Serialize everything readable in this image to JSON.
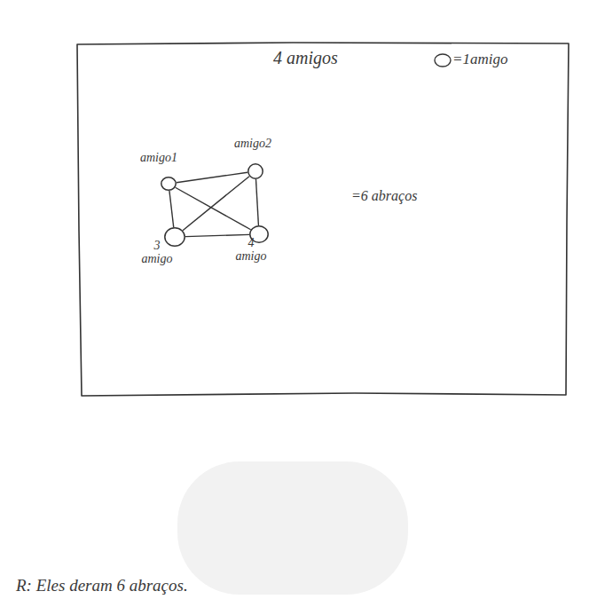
{
  "diagram": {
    "title": "4 amigos",
    "nodes": [
      {
        "text": [
          "amigo1"
        ]
      },
      {
        "text": [
          "amigo2"
        ]
      },
      {
        "text": [
          "3 amigo"
        ]
      },
      {
        "text": [
          "4 amigo"
        ]
      }
    ],
    "edges": [
      {
        "from": 0,
        "to": 1,
        "arrow": "none"
      },
      {
        "from": 0,
        "to": 2,
        "arrow": "none"
      },
      {
        "from": 2,
        "to": 3,
        "arrow": "none"
      },
      {
        "from": 1,
        "to": 3,
        "arrow": "none"
      },
      {
        "from": 0,
        "to": 3,
        "arrow": "none"
      },
      {
        "from": 1,
        "to": 2,
        "arrow": "none"
      }
    ],
    "labels": [
      "=6 abraços",
      "R: Eles deram 6 abraços."
    ],
    "legend": [
      {
        "text": "=1amigo"
      }
    ]
  }
}
